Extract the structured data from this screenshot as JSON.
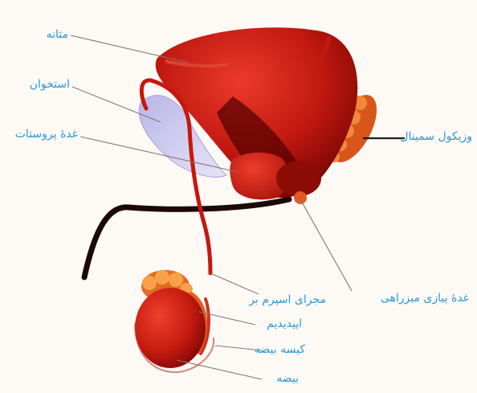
{
  "labels": {
    "bladder": "مثانه",
    "bone": "استخوان",
    "prostate": "غدۀ پروستات",
    "seminal_vesicle": "وزیکول سمینال",
    "bulbourethral": "غدۀ پیازی میزراهی",
    "vas_deferens": "مجرای اسپرم بر",
    "epididymis": "اپیدیدیم",
    "scrotum": "کیسه بیضه",
    "testis": "بیضه"
  },
  "colors": {
    "label": "#2b98d5",
    "organ": "#b8140f",
    "organ_dark": "#6e0303",
    "gland": "#e06a1f",
    "bone": "#c9c8ea",
    "leader": "#8a7373"
  }
}
